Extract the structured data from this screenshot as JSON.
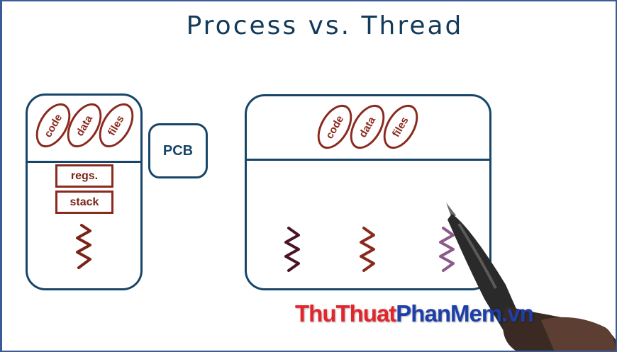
{
  "title": "Process vs. Thread",
  "process": {
    "segments": [
      "code",
      "data",
      "files"
    ],
    "regs": "regs.",
    "stack": "stack"
  },
  "pcb": "PCB",
  "thread": {
    "segments": [
      "code",
      "data",
      "files"
    ]
  },
  "colors": {
    "outline": "#17466a",
    "segment": "#8a2a1e",
    "thread_1": "#4a1426",
    "thread_2": "#8a2a1e",
    "thread_3": "#8a5a8a"
  },
  "icons": [
    "thread-squiggle-icon",
    "pen-icon"
  ],
  "watermark": {
    "part1": "ThuThuat",
    "part2": "PhanMem",
    "part3": ".vn"
  }
}
